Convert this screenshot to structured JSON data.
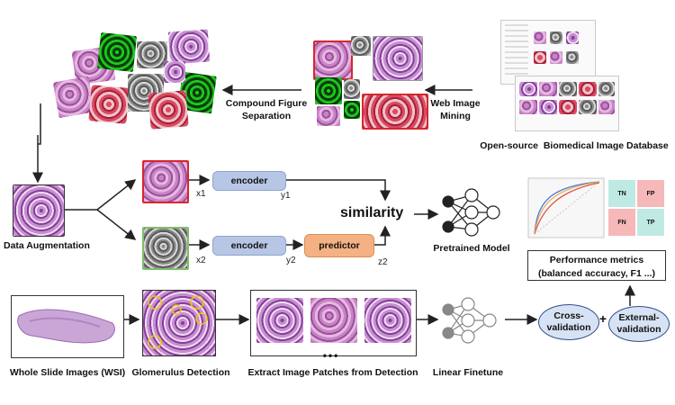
{
  "labels": {
    "compound_figure_separation": "Compound Figure\nSeparation",
    "web_image_mining": "Web Image\nMining",
    "open_source_db": "Open-source  Biomedical Image Database",
    "data_augmentation": "Data Augmentation",
    "similarity": "similarity",
    "pretrained_model": "Pretrained Model",
    "performance_metrics": "Performance metrics\n(balanced accuracy, F1 ...)",
    "wsi": "Whole Slide Images (WSI)",
    "glomerulus_detection": "Glomerulus Detection",
    "extract_patches": "Extract Image Patches from Detection",
    "linear_finetune": "Linear Finetune",
    "cross_validation": "Cross-\nvalidation",
    "external_validation": "External-\nvalidation",
    "plus": "+",
    "ellipsis": "•••"
  },
  "blocks": {
    "encoder_1": "encoder",
    "encoder_2": "encoder",
    "predictor": "predictor"
  },
  "vars": {
    "x1": "x1",
    "y1": "y1",
    "x2": "x2",
    "y2": "y2",
    "z2": "z2"
  },
  "confusion": {
    "tn": "TN",
    "fp": "FP",
    "fn": "FN",
    "tp": "TP"
  },
  "colors": {
    "encoder_fill": "#b8c6e6",
    "predictor_fill": "#f4b183",
    "red_frame": "#d9262c",
    "green_frame": "#7fbf6a",
    "oval_fill": "#d7e3f4"
  }
}
